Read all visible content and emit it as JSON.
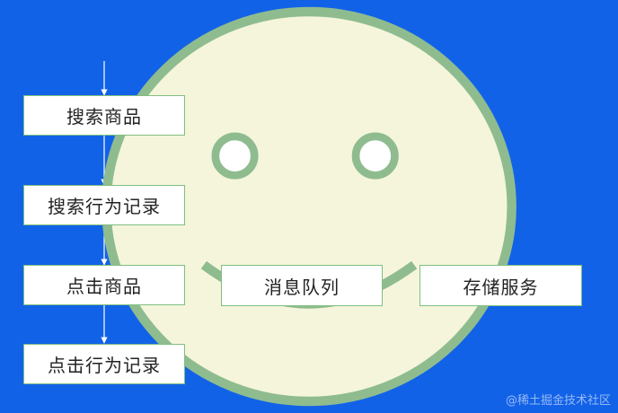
{
  "diagram": {
    "nodes": {
      "search_product": "搜索商品",
      "search_record": "搜索行为记录",
      "click_product": "点击商品",
      "click_record": "点击行为记录",
      "message_queue": "消息队列",
      "storage_service": "存储服务"
    },
    "icons": {
      "user": "smiley-face-icon"
    }
  },
  "watermark": "@稀土掘金技术社区",
  "colors": {
    "background": "#1262e8",
    "box_fill": "#ffffff",
    "box_border": "#7fbf7f",
    "connector": "#ffffff",
    "smiley_fill": "#f5f5dc",
    "smiley_stroke": "#8fbc8f"
  }
}
